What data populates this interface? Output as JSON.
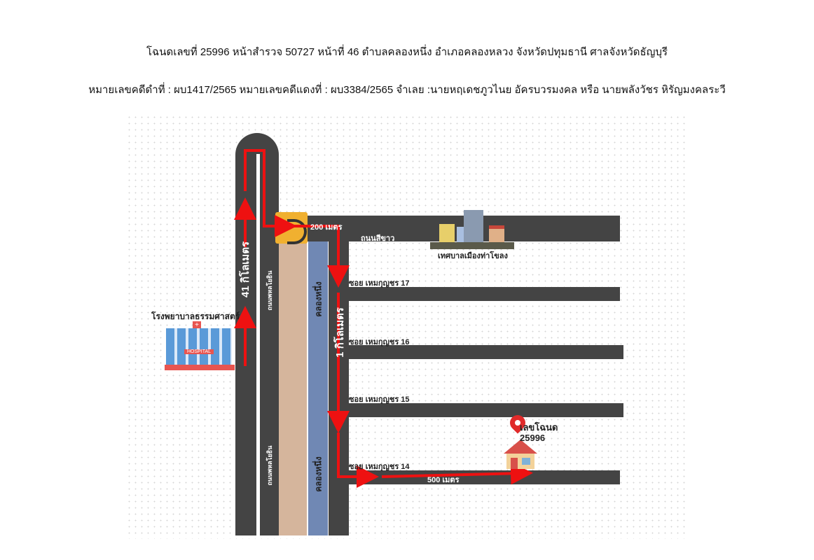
{
  "header": {
    "line1": "โฉนดเลขที่ 25996 หน้าสำรวจ 50727 หน้าที่ 46    ตำบลคลองหนึ่ง อำเภอคลองหลวง จังหวัดปทุมธานี  ศาลจังหวัดธัญบุรี",
    "line2": "หมายเลขคดีดำที่ : ผบ1417/2565  หมายเลขคดีแดงที่ : ผบ3384/2565     จำเลย :นายหฤเดชภูวไนย อัครบวรมงคล หรือ นายพลังวัชร หิรัญมงคลระวี"
  },
  "map": {
    "dist_main": "41 กิโลเมตร",
    "road_main": "ถนนพหลโยธิน",
    "canal": "คลองหนึ่ง",
    "dist_canal": "1 กิโลเมตร",
    "dist_top": "200 เมตร",
    "road_top": "ถนนสีขาว",
    "municipality": "เทศบาลเมืองท่าโขลง",
    "hospital": "โรงพยาบาลธรรมศาสตร์",
    "hospital_sign": "HOSPITAL",
    "soi17": "ซอย เหมกุญชร 17",
    "soi16": "ซอย เหมกุญชร 16",
    "soi15": "ซอย เหมกุญชร 15",
    "soi14": "ซอย เหมกุญชร 14",
    "dist_soi": "500 เมตร",
    "deed_label": "เลขโฉนด",
    "deed_no": "25996"
  },
  "colors": {
    "road": "#444444",
    "route": "#ee1111",
    "canal": "#7088b4",
    "strip": "#d5b59c",
    "interchange": "#f0b030"
  }
}
